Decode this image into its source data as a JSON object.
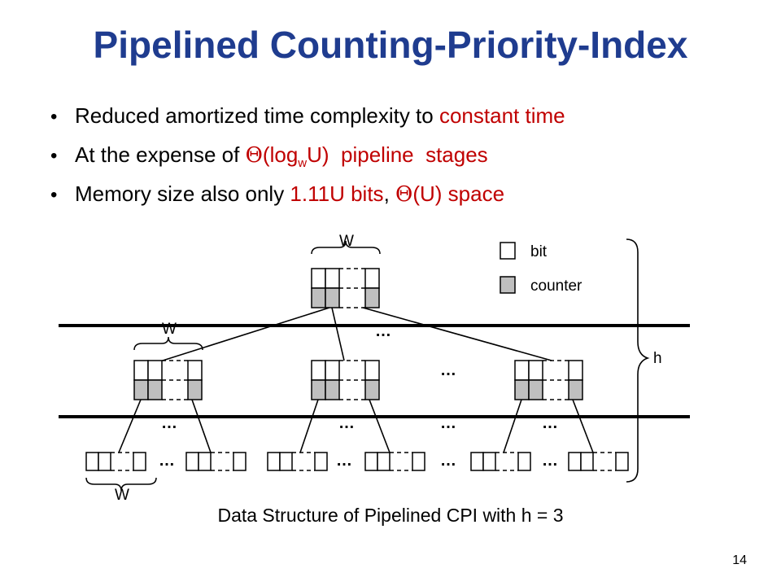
{
  "slide": {
    "title": "Pipelined Counting-Priority-Index",
    "page_number": "14"
  },
  "bullets": [
    {
      "text": "Reduced amortized time complexity to ",
      "highlight": "constant time"
    },
    {
      "text": "At the expense of ",
      "theta": "Θ",
      "red_a": "(log",
      "sub": "w",
      "red_b": "U)  pipeline  stages"
    },
    {
      "text": "Memory size also only ",
      "highlight": "1.11U bits",
      "sep": ", ",
      "theta": "Θ",
      "red": "(U) space"
    }
  ],
  "diagram": {
    "legend": {
      "bit": "bit",
      "counter": "counter"
    },
    "width_label": "W",
    "height_label": "h",
    "ellipsis": "…",
    "caption": "Data Structure of Pipelined CPI with h = 3"
  },
  "colors": {
    "title": "#1f3c8f",
    "highlight": "#c00000",
    "counter_fill": "#bfbfbf"
  }
}
